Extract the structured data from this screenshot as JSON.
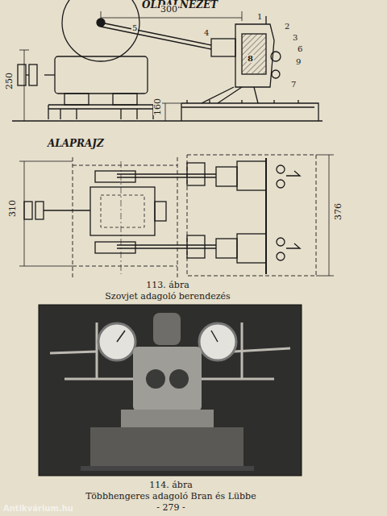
{
  "diagram": {
    "labels": [
      "OLDALNÉZET",
      "300",
      "5",
      "4",
      "1",
      "2",
      "3",
      "8",
      "6",
      "9",
      "7",
      "250",
      "160",
      "ALAPRAJZ",
      "310",
      "376",
      "113. ábra",
      "Szovjet adagoló berendezés",
      "114. ábra",
      "Többhengeres adagoló Bran és Lübbe",
      "- 279 -",
      "Antikvárium.hu"
    ]
  }
}
